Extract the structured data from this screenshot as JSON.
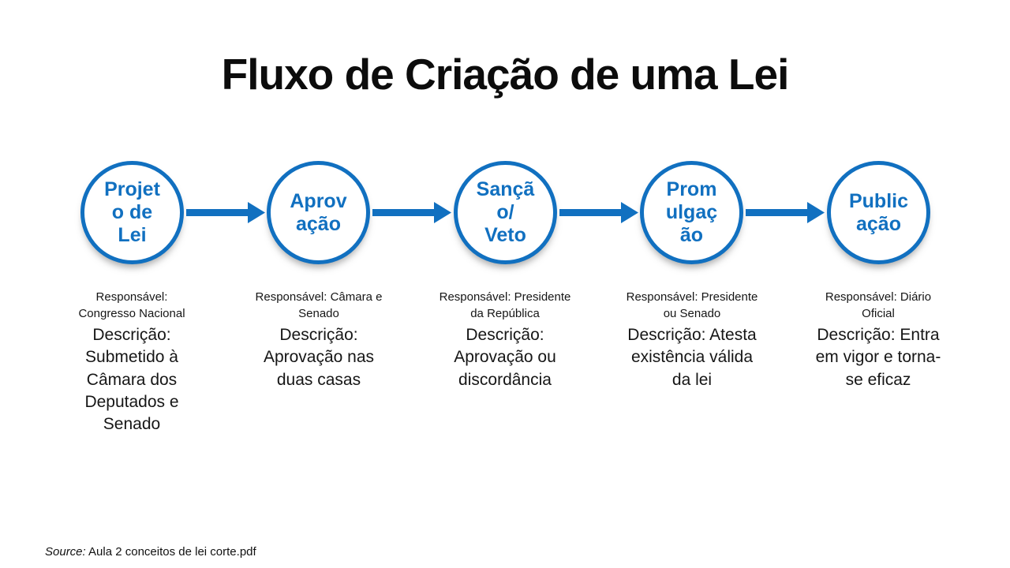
{
  "page": {
    "title": "Fluxo de Criação de uma Lei"
  },
  "colors": {
    "accent_blue": "#1170C0",
    "text": "#141414"
  },
  "steps": [
    {
      "label": "Projet\no de\nLei",
      "responsavel": "Responsável:\nCongresso Nacional",
      "descricao": "Descrição:\nSubmetido à\nCâmara dos\nDeputados e\nSenado"
    },
    {
      "label": "Aprov\nação",
      "responsavel": "Responsável: Câmara e\nSenado",
      "descricao": "Descrição:\nAprovação nas\nduas casas"
    },
    {
      "label": "Sançã\no/\nVeto",
      "responsavel": "Responsável: Presidente\nda República",
      "descricao": "Descrição:\nAprovação ou\ndiscordância"
    },
    {
      "label": "Prom\nulgaç\não",
      "responsavel": "Responsável: Presidente\nou Senado",
      "descricao": "Descrição: Atesta\nexistência válida\nda lei"
    },
    {
      "label": "Public\nação",
      "responsavel": "Responsável: Diário\nOficial",
      "descricao": "Descrição: Entra\nem vigor e torna-\nse eficaz"
    }
  ],
  "footer": {
    "prefix": "Source:",
    "text": " Aula 2 conceitos de lei corte.pdf"
  }
}
